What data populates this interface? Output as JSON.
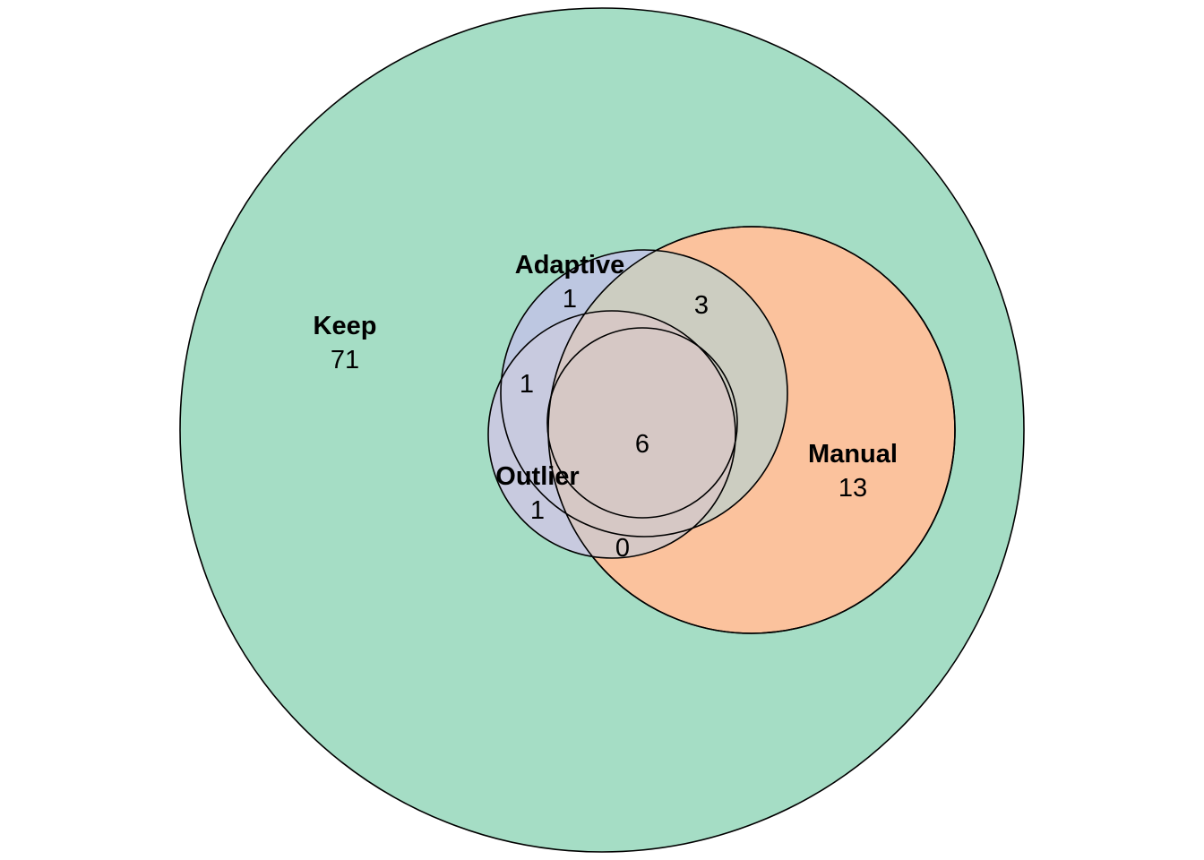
{
  "sets": {
    "keep": {
      "label": "Keep",
      "color": "#a5ddc5"
    },
    "manual": {
      "label": "Manual",
      "color": "#fbc29d"
    },
    "adaptive": {
      "label": "Adaptive",
      "color": "#bdc7e1"
    },
    "outlier": {
      "label": "Outlier",
      "color": "#eebadd"
    }
  },
  "counts": {
    "keep_only": "71",
    "manual_only": "13",
    "adaptive_only": "1",
    "adaptive_manual": "3",
    "adaptive_outlier": "1",
    "outlier_only": "1",
    "outlier_manual": "0",
    "all_overlap": "6"
  }
}
